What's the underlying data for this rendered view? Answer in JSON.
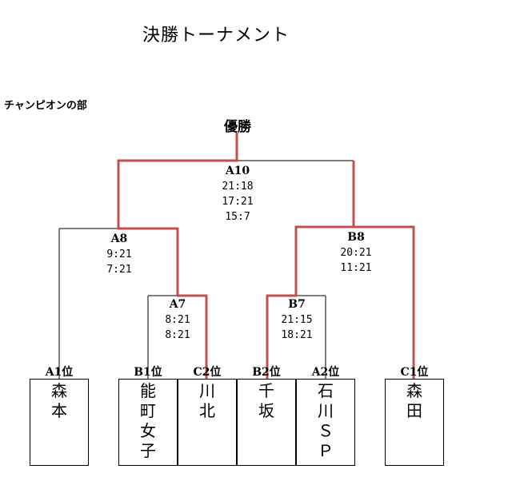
{
  "title": "決勝トーナメント",
  "division": "チャンピオンの部",
  "champion_label": "優勝",
  "colors": {
    "winner_line": "#c0504d",
    "line": "#000000"
  },
  "matches": [
    {
      "id": "A10",
      "scores": [
        "21:18",
        "17:21",
        "15:7"
      ]
    },
    {
      "id": "A8",
      "scores": [
        "9:21",
        "7:21"
      ]
    },
    {
      "id": "B8",
      "scores": [
        "20:21",
        "11:21"
      ]
    },
    {
      "id": "A7",
      "scores": [
        "8:21",
        "8:21"
      ]
    },
    {
      "id": "B7",
      "scores": [
        "21:15",
        "18:21"
      ]
    }
  ],
  "teams": [
    {
      "seed": "A1位",
      "name_lines": [
        "森",
        "本"
      ]
    },
    {
      "seed": "B1位",
      "name_lines": [
        "能",
        "町",
        "女",
        "子"
      ]
    },
    {
      "seed": "C2位",
      "name_lines": [
        "川",
        "北"
      ]
    },
    {
      "seed": "B2位",
      "name_lines": [
        "千",
        "坂"
      ]
    },
    {
      "seed": "A2位",
      "name_lines": [
        "石",
        "川",
        "Ｓ",
        "Ｐ"
      ]
    },
    {
      "seed": "C1位",
      "name_lines": [
        "森",
        "田"
      ]
    }
  ]
}
